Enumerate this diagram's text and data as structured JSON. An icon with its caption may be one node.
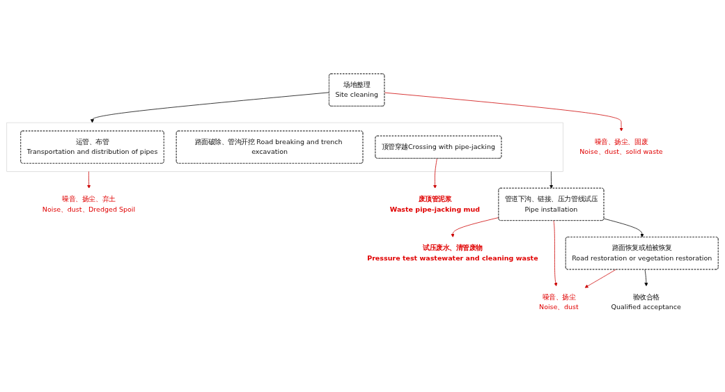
{
  "diagram": {
    "nodes": [
      {
        "text": [
          "场地整理",
          "Site cleaning"
        ]
      },
      {
        "text": [
          "噪音、扬尘、固废",
          "Noise、dust、solid waste"
        ]
      },
      {
        "text": [],
        "shape": "box"
      },
      {
        "text": [
          "运管、布管",
          "Transportation and distribution of pipes"
        ],
        "in": 2
      },
      {
        "text": [
          "路面破除、管沟开挖 Road breaking and trench excavation"
        ],
        "in": 2
      },
      {
        "text": [
          "顶管穿越Crossing with pipe-jacking"
        ],
        "in": 2
      },
      {
        "text": [
          "噪音、扬尘、弃土",
          "Noise、dust、Dredged Spoil"
        ]
      },
      {
        "text": [
          "废顶管泥浆",
          "Waste pipe-jacking mud"
        ]
      },
      {
        "text": [
          "管道下沟、链接、压力管线试压",
          "Pipe installation"
        ]
      },
      {
        "text": [
          "试压废水、清管废物",
          "Pressure test wastewater and cleaning waste"
        ]
      },
      {
        "text": [
          "路面恢复或植被恢复",
          "Road restoration or vegetation restoration"
        ]
      },
      {
        "text": [
          "噪音、扬尘",
          "Noise、dust"
        ]
      },
      {
        "text": [
          "验收合格",
          "Qualified acceptance"
        ]
      }
    ],
    "edges": [
      {
        "from": 0,
        "to": 1,
        "arrow": "to"
      },
      {
        "from": 0,
        "to": 2,
        "arrow": "to",
        "color": "#000000"
      },
      {
        "from": 2,
        "to": 6,
        "arrow": "to"
      },
      {
        "from": 5,
        "to": 7,
        "arrow": "to"
      },
      {
        "from": 2,
        "to": 8,
        "arrow": "to",
        "color": "#000000"
      },
      {
        "from": 8,
        "to": 9,
        "arrow": "to"
      },
      {
        "from": 8,
        "to": 10,
        "arrow": "to",
        "color": "#000000"
      },
      {
        "from": 8,
        "to": 11,
        "arrow": "to"
      },
      {
        "from": 10,
        "to": 11,
        "arrow": "to"
      },
      {
        "from": 10,
        "to": 12,
        "arrow": "to",
        "color": "#000000"
      }
    ]
  }
}
